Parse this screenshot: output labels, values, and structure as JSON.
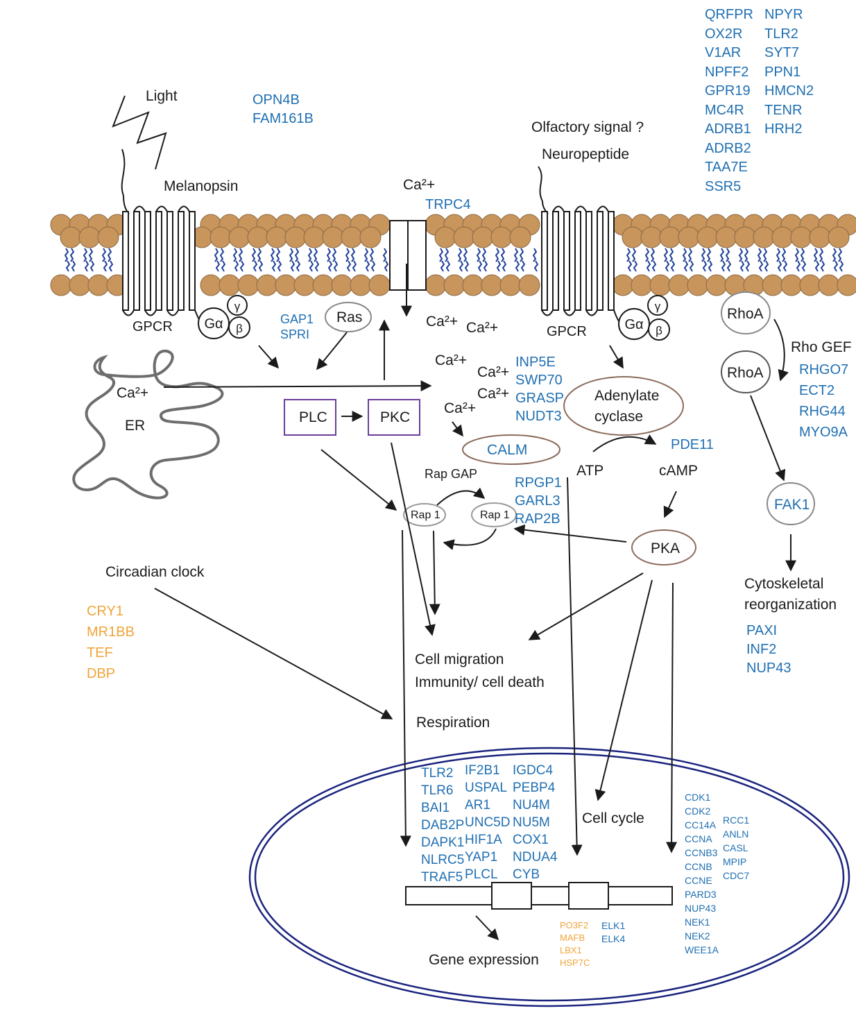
{
  "labels": {
    "light": "Light",
    "melanopsin": "Melanopsin",
    "olfactory": "Olfactory signal ?",
    "neuropeptide": "Neuropeptide",
    "ca_top": "Ca²+",
    "gpcr_left": "GPCR",
    "gpcr_right": "GPCR",
    "galpha_left": "Gα",
    "galpha_right": "Gα",
    "gamma": "γ",
    "beta": "β",
    "ras": "Ras",
    "ca_er": "Ca²+",
    "er": "ER",
    "plc": "PLC",
    "pkc": "PKC",
    "ca_1": "Ca²+",
    "ca_2": "Ca²+",
    "ca_3": "Ca²+",
    "ca_4": "Ca²+",
    "ca_5": "Ca²+",
    "ca_6": "Ca²+",
    "adenylate_1": "Adenylate",
    "adenylate_2": "cyclase",
    "calm": "CALM",
    "atp": "ATP",
    "camp": "cAMP",
    "rap_gap": "Rap GAP",
    "rap1_a": "Rap 1",
    "rap1_b": "Rap 1",
    "pka": "PKA",
    "rhoa_1": "RhoA",
    "rhoa_2": "RhoA",
    "rho_gef": "Rho GEF",
    "fak1": "FAK1",
    "cytoskeletal_1": "Cytoskeletal",
    "cytoskeletal_2": "reorganization",
    "circadian": "Circadian clock",
    "cell_migration": "Cell migration",
    "immunity": "Immunity/ cell death",
    "respiration": "Respiration",
    "cell_cycle": "Cell cycle",
    "gene_expression": "Gene expression"
  },
  "genes": {
    "light": [
      "OPN4B",
      "FAM161B"
    ],
    "trpc": [
      "TRPC4"
    ],
    "gpcr_col1": [
      "QRFPR",
      "OX2R",
      "V1AR",
      "NPFF2",
      "GPR19",
      "MC4R",
      "ADRB1",
      "ADRB2",
      "TAA7E",
      "SSR5"
    ],
    "gpcr_col2": [
      "NPYR",
      "TLR2",
      "SYT7",
      "PPN1",
      "HMCN2",
      "TENR",
      "HRH2"
    ],
    "gap": [
      "GAP1",
      "SPRI"
    ],
    "ca_genes": [
      "INP5E",
      "SWP70",
      "GRASP",
      "NUDT3"
    ],
    "pde": [
      "PDE11"
    ],
    "rhogef": [
      "RHGO7",
      "ECT2",
      "RHG44",
      "MYO9A"
    ],
    "rap": [
      "RPGP1",
      "GARL3",
      "RAP2B"
    ],
    "cyto": [
      "PAXI",
      "INF2",
      "NUP43"
    ],
    "circadian": [
      "CRY1",
      "MR1BB",
      "TEF",
      "DBP"
    ],
    "nuc_col1": [
      "TLR2",
      "TLR6",
      "BAI1",
      "DAB2P",
      "DAPK1",
      "NLRC5",
      "TRAF5"
    ],
    "nuc_col2": [
      "IF2B1",
      "USPAL",
      "AR1",
      "UNC5D",
      "HIF1A",
      "YAP1",
      "PLCL"
    ],
    "nuc_col3": [
      "IGDC4",
      "PEBP4",
      "NU4M",
      "NU5M",
      "COX1",
      "NDUA4",
      "CYB"
    ],
    "cycle_col1": [
      "CDK1",
      "CDK2",
      "CC14A",
      "CCNA",
      "CCNB3",
      "CCNB",
      "CCNE",
      "PARD3",
      "NUP43",
      "NEK1",
      "NEK2",
      "WEE1A"
    ],
    "cycle_col2": [
      "RCC1",
      "ANLN",
      "CASL",
      "MPIP",
      "CDC7"
    ],
    "tf_orange": [
      "PO3F2",
      "MAFB",
      "LBX1",
      "HSP7C"
    ],
    "tf_blue": [
      "ELK1",
      "ELK4"
    ]
  },
  "colors": {
    "membrane_head": "#c8955c",
    "membrane_tail": "#1f3f99",
    "gene_blue": "#1f6fb2",
    "gene_orange": "#f0a43a",
    "nucleus": "#1a237e",
    "kinase_box": "#6a3d9a",
    "ellipse_brown": "#8b6b5b"
  }
}
